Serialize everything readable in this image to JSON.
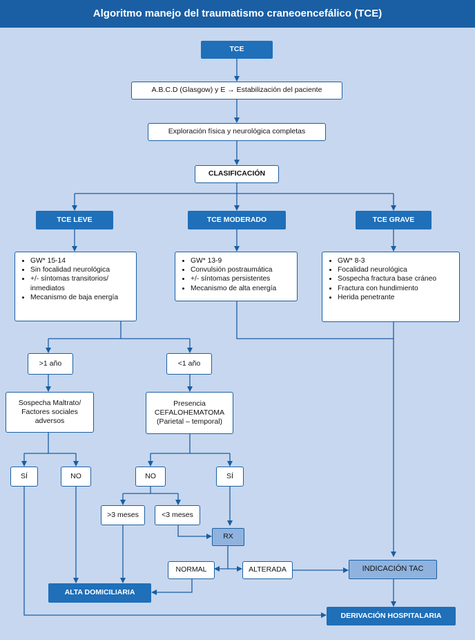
{
  "title": "Algoritmo manejo del traumatismo craneoencefálico (TCE)",
  "nodes": {
    "tce": "TCE",
    "abcd": "A.B.C.D (Glasgow) y E → Estabilización del paciente",
    "exploracion": "Exploración física y neurológica completas",
    "clasificacion": "CLASIFICACIÓN",
    "leve": "TCE LEVE",
    "moderado": "TCE MODERADO",
    "grave": "TCE GRAVE",
    "mayor1": ">1 año",
    "menor1": "<1 año",
    "sospecha": "Sospecha Maltrato/ Factores sociales adversos",
    "presencia": "Presencia CEFALOHEMATOMA (Parietal – temporal)",
    "si_left": "SÍ",
    "no_left": "NO",
    "no_mid": "NO",
    "si_mid": "SÍ",
    "mas3": ">3 meses",
    "menos3": "<3 meses",
    "rx": "RX",
    "normal": "NORMAL",
    "alterada": "ALTERADA",
    "indicacion": "INDICACIÓN TAC",
    "alta": "ALTA DOMICILIARIA",
    "derivacion": "DERIVACIÓN HOSPITALARIA"
  },
  "lists": {
    "leve": [
      "GW* 15-14",
      "Sin focalidad neurológica",
      "+/- síntomas transitorios/ inmediatos",
      "Mecanismo de baja energía"
    ],
    "moderado": [
      "GW* 13-9",
      "Convulsión postraumática",
      "+/- síntomas persistentes",
      "Mecanismo de alta energía"
    ],
    "grave": [
      "GW* 8-3",
      "Focalidad neurológica",
      "Sospecha fractura base cráneo",
      "Fractura con hundimiento",
      "Herida penetrante"
    ]
  },
  "colors": {
    "background": "#c7d7ef",
    "header": "#1a5ea3",
    "dark_box": "#1f6fb9",
    "light_box": "#8fb3de",
    "line": "#1a5ea3"
  }
}
